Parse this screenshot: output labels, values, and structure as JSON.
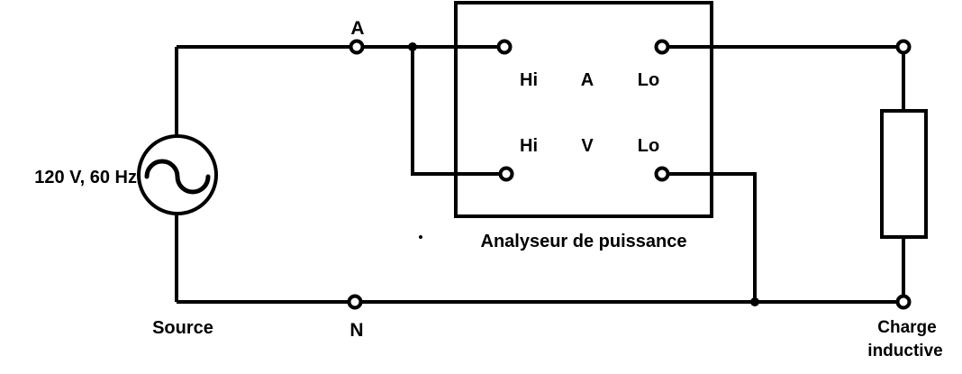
{
  "source": {
    "rating": "120 V, 60 Hz",
    "label": "Source"
  },
  "wires": {
    "line_terminal": "A",
    "neutral_terminal": "N"
  },
  "analyzer": {
    "title": "Analyseur de puissance",
    "current_row": {
      "hi": "Hi",
      "unit": "A",
      "lo": "Lo"
    },
    "voltage_row": {
      "hi": "Hi",
      "unit": "V",
      "lo": "Lo"
    }
  },
  "load": {
    "line1": "Charge",
    "line2": "inductive"
  },
  "colors": {
    "stroke": "#000000",
    "background": "#ffffff"
  }
}
